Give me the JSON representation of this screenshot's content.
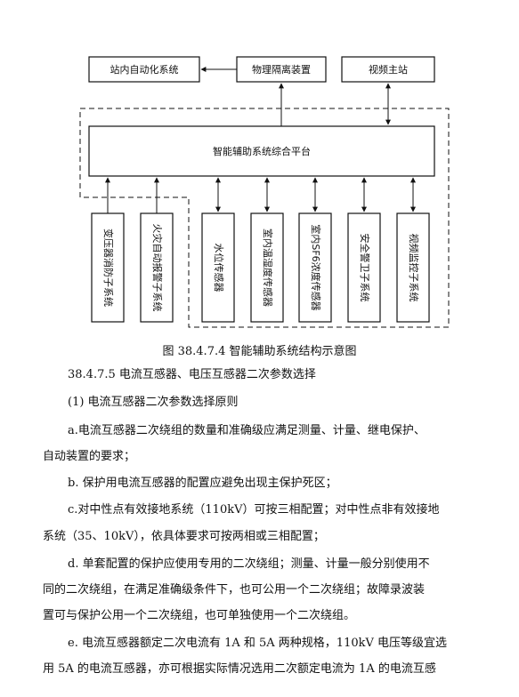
{
  "diagram": {
    "top_boxes": [
      {
        "id": "automation",
        "label": "站内自动化系统"
      },
      {
        "id": "isolation",
        "label": "物理隔离装置"
      },
      {
        "id": "video_master",
        "label": "视频主站"
      }
    ],
    "platform_label": "智能辅助系统综合平台",
    "left_subsystems": [
      {
        "id": "fire_water",
        "label": "变压器消防子系统"
      },
      {
        "id": "fire_alarm",
        "label": "火灾自动报警子系统"
      }
    ],
    "right_subsystems": [
      {
        "id": "water_level",
        "label": "水位传感器"
      },
      {
        "id": "temp_humidity",
        "label": "室内温湿度传感器"
      },
      {
        "id": "sf6",
        "label": "室内SF6浓度传感器"
      },
      {
        "id": "security",
        "label": "安全警卫子系统"
      },
      {
        "id": "video_monitor",
        "label": "视频监控子系统"
      }
    ]
  },
  "caption": "图 38.4.7.4 智能辅助系统结构示意图",
  "paragraphs": [
    {
      "id": "heading",
      "lines": [
        "38.4.7.5 电流互感器、电压互感器二次参数选择"
      ]
    },
    {
      "id": "sub",
      "lines": [
        "(1) 电流互感器二次参数选择原则"
      ]
    },
    {
      "id": "a",
      "lines": [
        "a.电流互感器二次绕组的数量和准确级应满足测量、计量、继电保护、",
        "自动装置的要求；"
      ]
    },
    {
      "id": "b",
      "lines": [
        "b. 保护用电流互感器的配置应避免出现主保护死区；"
      ]
    },
    {
      "id": "c",
      "lines": [
        "c.对中性点有效接地系统（110kV）可按三相配置；对中性点非有效接地",
        "系统（35、10kV），依具体要求可按两相或三相配置；"
      ]
    },
    {
      "id": "d",
      "lines": [
        "d. 单套配置的保护应使用专用的二次绕组；测量、计量一般分别使用不",
        "同的二次绕组，在满足准确级条件下，也可公用一个二次绕组；故障录波装",
        "置可与保护公用一个二次绕组，也可单独使用一个二次绕组。"
      ]
    },
    {
      "id": "e",
      "lines": [
        "e. 电流互感器额定二次电流有 1A 和 5A 两种规格，110kV 电压等级宜选",
        "用 5A 的电流互感器，亦可根据实际情况选用二次额定电流为 1A 的电流互感"
      ]
    }
  ]
}
